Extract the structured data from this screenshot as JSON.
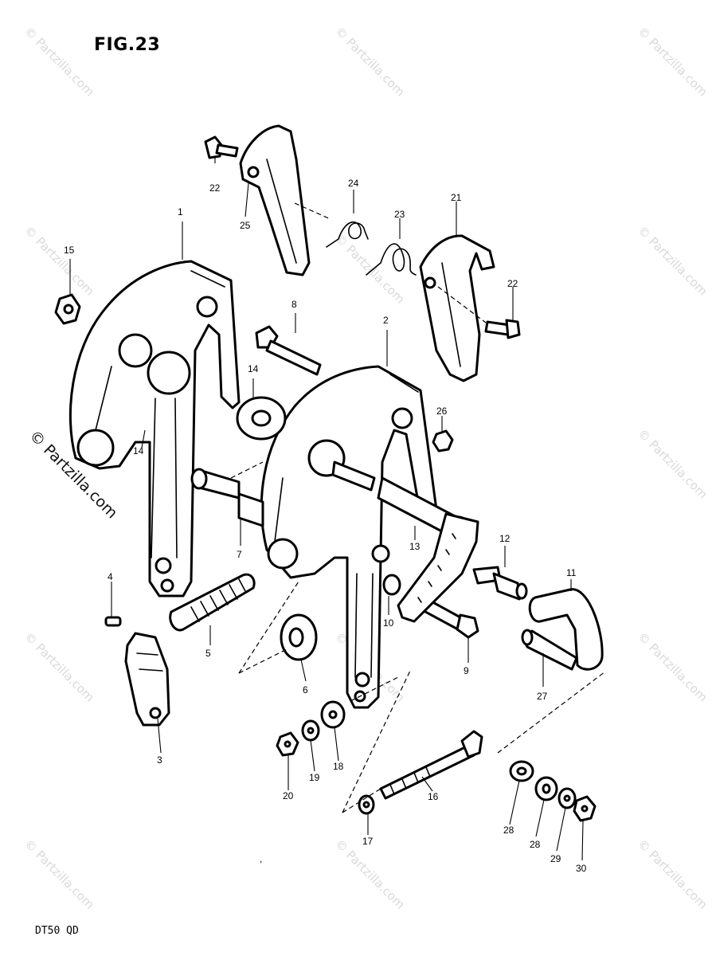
{
  "figure": {
    "title": "FIG.23",
    "model_code": "DT50 QD",
    "stray_mark": ","
  },
  "watermark": {
    "brand": "© Partzilla.com",
    "side_text": "© Partzilla.com"
  },
  "callouts": [
    {
      "id": "c1",
      "label": "1"
    },
    {
      "id": "c2",
      "label": "2"
    },
    {
      "id": "c3",
      "label": "3"
    },
    {
      "id": "c4",
      "label": "4"
    },
    {
      "id": "c5",
      "label": "5"
    },
    {
      "id": "c6",
      "label": "6"
    },
    {
      "id": "c7",
      "label": "7"
    },
    {
      "id": "c8",
      "label": "8"
    },
    {
      "id": "c9",
      "label": "9"
    },
    {
      "id": "c10",
      "label": "10"
    },
    {
      "id": "c11",
      "label": "11"
    },
    {
      "id": "c12",
      "label": "12"
    },
    {
      "id": "c13",
      "label": "13"
    },
    {
      "id": "c14a",
      "label": "14"
    },
    {
      "id": "c14b",
      "label": "14"
    },
    {
      "id": "c15",
      "label": "15"
    },
    {
      "id": "c16",
      "label": "16"
    },
    {
      "id": "c17",
      "label": "17"
    },
    {
      "id": "c18",
      "label": "18"
    },
    {
      "id": "c19",
      "label": "19"
    },
    {
      "id": "c20",
      "label": "20"
    },
    {
      "id": "c21",
      "label": "21"
    },
    {
      "id": "c22a",
      "label": "22"
    },
    {
      "id": "c22b",
      "label": "22"
    },
    {
      "id": "c23",
      "label": "23"
    },
    {
      "id": "c24",
      "label": "24"
    },
    {
      "id": "c25",
      "label": "25"
    },
    {
      "id": "c26",
      "label": "26"
    },
    {
      "id": "c27",
      "label": "27"
    },
    {
      "id": "c28a",
      "label": "28"
    },
    {
      "id": "c28b",
      "label": "28"
    },
    {
      "id": "c29",
      "label": "29"
    },
    {
      "id": "c30",
      "label": "30"
    }
  ]
}
